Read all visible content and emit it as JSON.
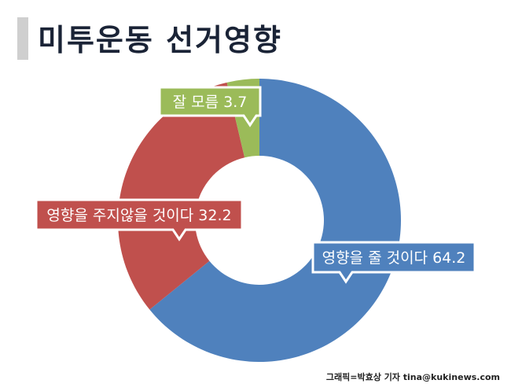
{
  "title": "미투운동 선거영향",
  "credit": "그래픽=박효상 기자 tina@kukinews.com",
  "chart_data": {
    "type": "pie",
    "style": "donut",
    "title": "미투운동 선거영향",
    "unit": "%",
    "slices": [
      {
        "label": "영향을 줄 것이다",
        "value": 64.2,
        "color": "#4f81bd",
        "text": "영향을 줄 것이다 64.2"
      },
      {
        "label": "영향을 주지않을 것이다",
        "value": 32.2,
        "color": "#c0504d",
        "text": "영향을 주지않을 것이다 32.2"
      },
      {
        "label": "잘 모름",
        "value": 3.7,
        "color": "#9bbb59",
        "text": "잘 모름 3.7"
      }
    ]
  }
}
